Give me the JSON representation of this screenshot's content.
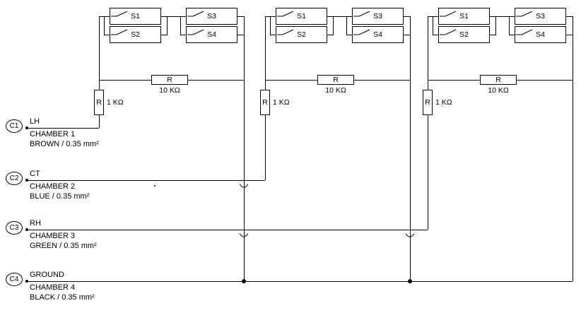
{
  "diagram": {
    "background": "#ffffff",
    "line_color": "#000000",
    "blocks": [
      {
        "switches": [
          "S1",
          "S2",
          "S3",
          "S4"
        ],
        "series_resistor": {
          "label": "R",
          "value": "1 KΩ"
        },
        "parallel_resistor": {
          "label": "R",
          "value": "10 KΩ"
        }
      },
      {
        "switches": [
          "S1",
          "S2",
          "S3",
          "S4"
        ],
        "series_resistor": {
          "label": "R",
          "value": "1 KΩ"
        },
        "parallel_resistor": {
          "label": "R",
          "value": "10 KΩ"
        }
      },
      {
        "switches": [
          "S1",
          "S2",
          "S3",
          "S4"
        ],
        "series_resistor": {
          "label": "R",
          "value": "1 KΩ"
        },
        "parallel_resistor": {
          "label": "R",
          "value": "10 KΩ"
        }
      }
    ],
    "connectors": [
      {
        "id": "C1",
        "signal": "LH",
        "chamber": "CHAMBER 1",
        "wire_spec": "BROWN / 0.35 mm²"
      },
      {
        "id": "C2",
        "signal": "CT",
        "chamber": "CHAMBER 2",
        "wire_spec": "BLUE / 0.35 mm²"
      },
      {
        "id": "C3",
        "signal": "RH",
        "chamber": "CHAMBER 3",
        "wire_spec": "GREEN / 0.35 mm²"
      },
      {
        "id": "C4",
        "signal": "GROUND",
        "chamber": "CHAMBER 4",
        "wire_spec": "BLACK / 0.35 mm²"
      }
    ]
  }
}
